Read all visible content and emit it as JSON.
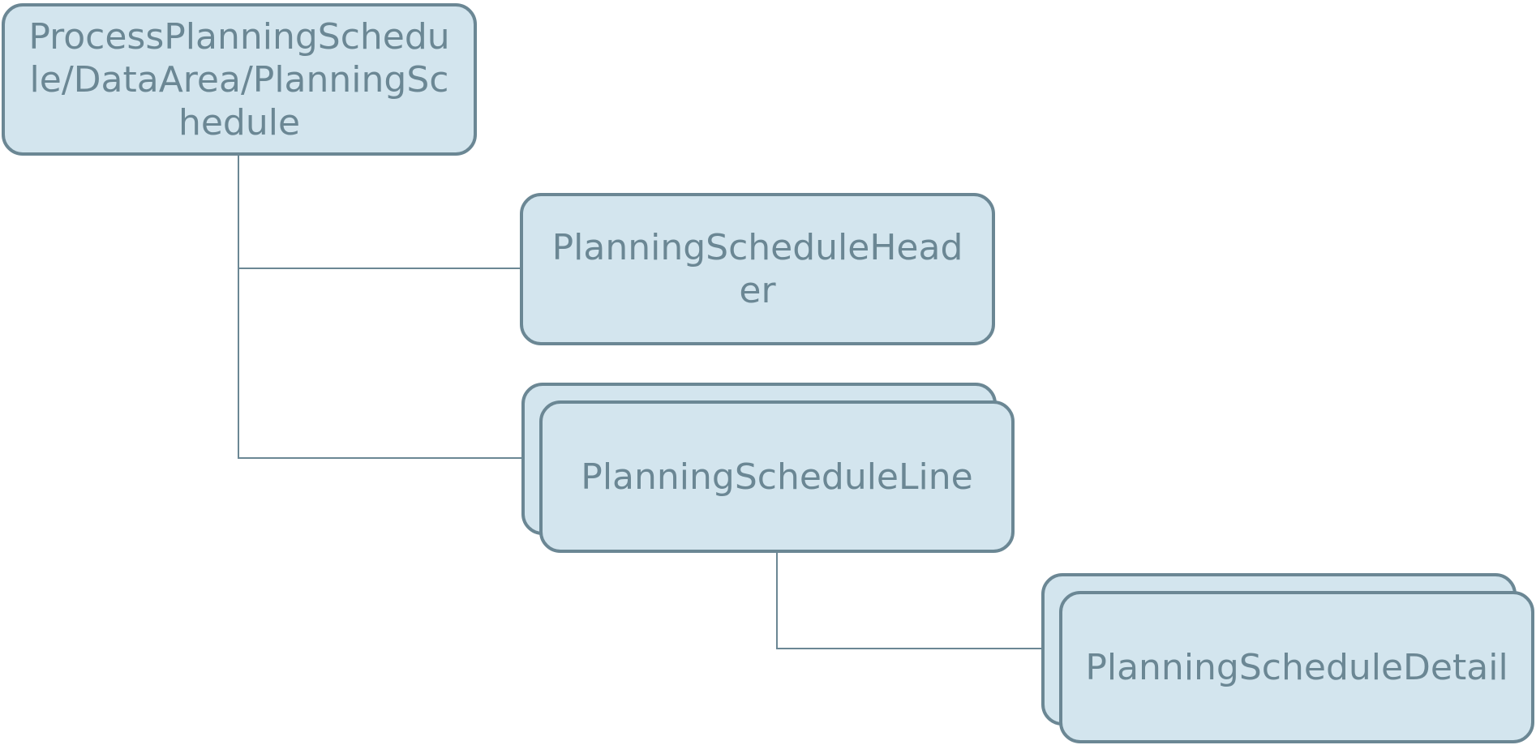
{
  "diagram": {
    "nodes": [
      {
        "id": "root",
        "label": "ProcessPlanningSchedule/DataArea/PlanningSchedule",
        "repeating": false
      },
      {
        "id": "header",
        "label": "PlanningScheduleHeader",
        "repeating": false
      },
      {
        "id": "line",
        "label": "PlanningScheduleLine",
        "repeating": true
      },
      {
        "id": "detail",
        "label": "PlanningScheduleDetail",
        "repeating": true
      }
    ],
    "edges": [
      {
        "from": "root",
        "to": "header"
      },
      {
        "from": "root",
        "to": "line"
      },
      {
        "from": "line",
        "to": "detail"
      }
    ],
    "colors": {
      "node_fill": "#d3e5ee",
      "node_border": "#6b8794",
      "text": "#6b8794",
      "connector": "#6b8794"
    }
  }
}
